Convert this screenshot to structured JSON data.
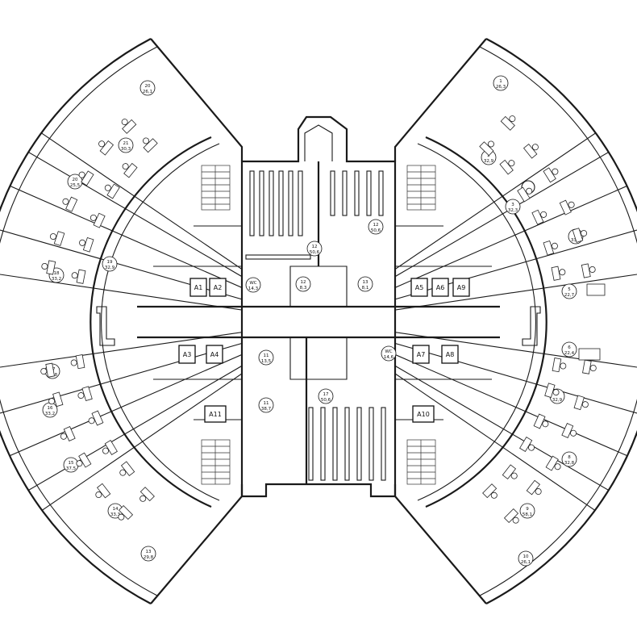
{
  "plan": {
    "rooms_left": [
      {
        "num": "20",
        "area": "26,1"
      },
      {
        "num": "21",
        "area": "30,3"
      },
      {
        "num": "20",
        "area": "25,5"
      },
      {
        "num": "19",
        "area": "32,9"
      },
      {
        "num": "18",
        "area": "33,2"
      },
      {
        "num": "17",
        "area": "27,8"
      },
      {
        "num": "16",
        "area": "33,2"
      },
      {
        "num": "15",
        "area": "37,5"
      },
      {
        "num": "14",
        "area": "33,3"
      },
      {
        "num": "13",
        "area": "29,8"
      }
    ],
    "rooms_right": [
      {
        "num": "1",
        "area": "26,3"
      },
      {
        "num": "2",
        "area": "32,9"
      },
      {
        "num": "3",
        "area": "32,3"
      },
      {
        "num": "4",
        "area": "33,3"
      },
      {
        "num": "5",
        "area": "22,7"
      },
      {
        "num": "6",
        "area": "22,4"
      },
      {
        "num": "7",
        "area": "32,9"
      },
      {
        "num": "8",
        "area": "32,8"
      },
      {
        "num": "9",
        "area": "58,1"
      },
      {
        "num": "10",
        "area": "26,1"
      }
    ],
    "core_rooms": [
      {
        "num": "12",
        "area": "50,6"
      },
      {
        "num": "12",
        "area": "50,6"
      },
      {
        "num": "12",
        "area": "8,3"
      },
      {
        "num": "13",
        "area": "8,1"
      },
      {
        "num": "11",
        "area": "13,5"
      },
      {
        "num": "11",
        "area": "38,7"
      },
      {
        "num": "17",
        "area": "50,6"
      }
    ],
    "wc": [
      {
        "label": "WC",
        "area": "14,3"
      },
      {
        "label": "WC",
        "area": "14,6"
      }
    ],
    "lifts": [
      "A1",
      "A2",
      "A5",
      "A6",
      "A9",
      "A3",
      "A4",
      "A7",
      "A8",
      "A11",
      "A10"
    ]
  }
}
